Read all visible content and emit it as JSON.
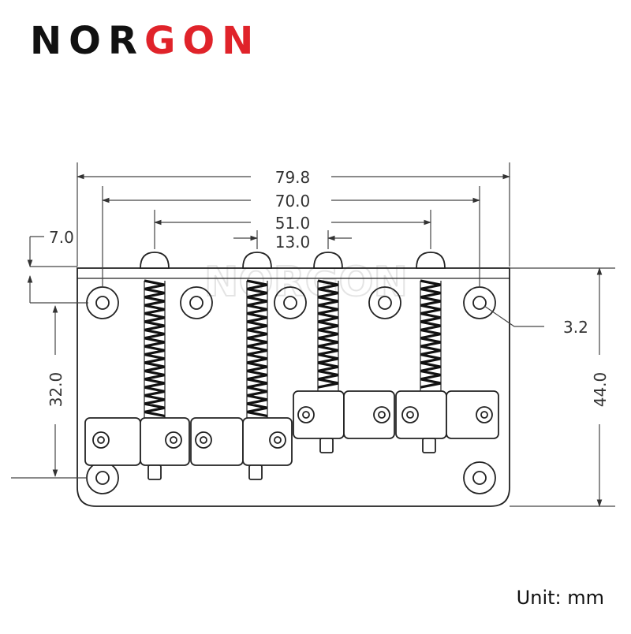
{
  "brand": {
    "part1": "NOR",
    "part2": "GON",
    "dark_color": "#111111",
    "accent_color": "#e0232a"
  },
  "watermark": "NORGON",
  "dimensions": {
    "overall_width": "79.8",
    "hole_span": "70.0",
    "string_span": "51.0",
    "string_spacing": "13.0",
    "top_offset": "7.0",
    "hole_vertical": "32.0",
    "overall_height": "44.0",
    "hole_diameter": "3.2"
  },
  "unit_label": "Unit: mm"
}
